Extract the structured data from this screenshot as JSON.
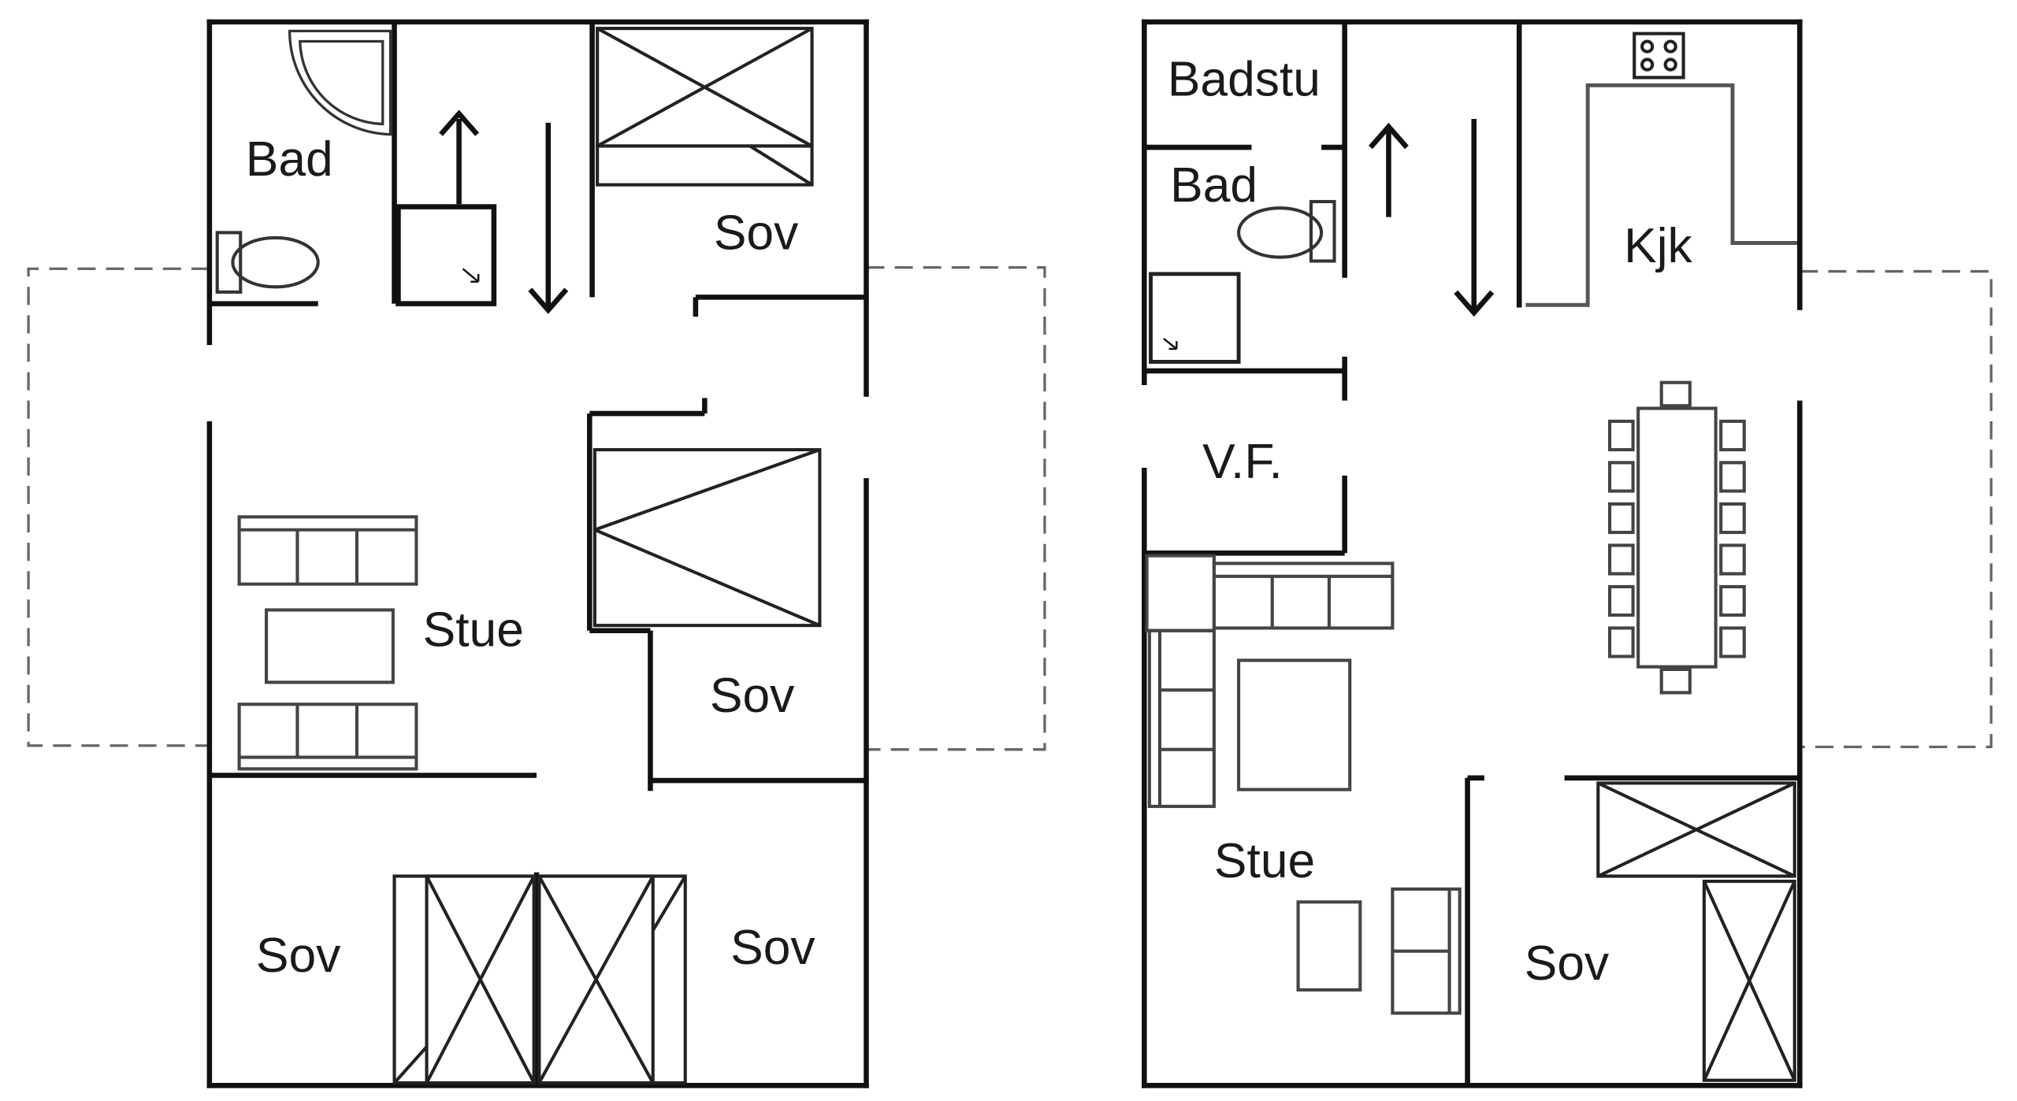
{
  "floor_plans": [
    {
      "rooms": {
        "bad": "Bad",
        "sov_top": "Sov",
        "stue": "Stue",
        "sov_mid": "Sov",
        "sov_bottom_left": "Sov",
        "sov_bottom_right": "Sov"
      }
    },
    {
      "rooms": {
        "badstu": "Badstu",
        "bad": "Bad",
        "kjk": "Kjk",
        "vf": "V.F.",
        "stue": "Stue",
        "sov": "Sov"
      }
    }
  ],
  "colors": {
    "wall": "#111111",
    "fixture": "#555555",
    "terrace": "#666666",
    "background": "#ffffff"
  }
}
